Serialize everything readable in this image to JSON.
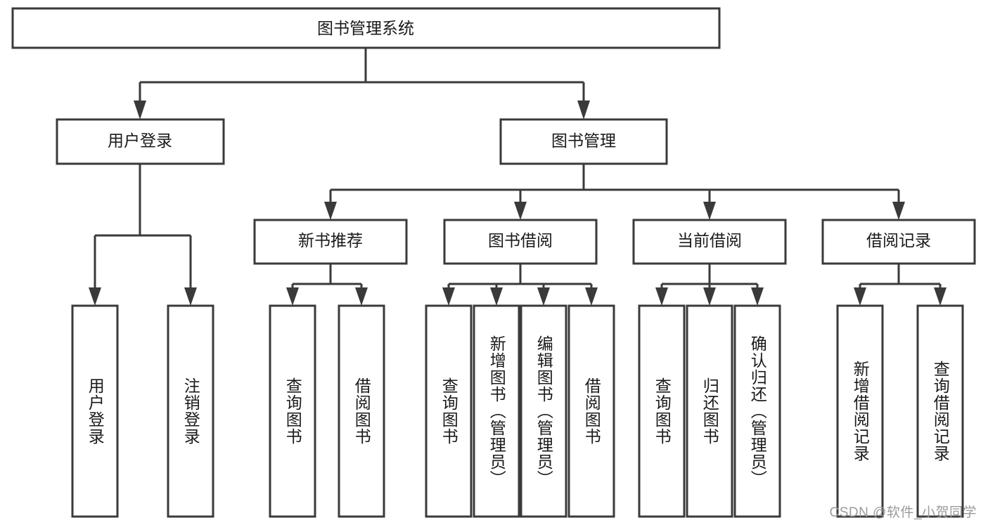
{
  "diagram": {
    "title": "图书管理系统",
    "type": "tree-hierarchy-chart",
    "watermark": "CSDN @软件_小贺同学",
    "colors": {
      "background": "#ffffff",
      "box_stroke": "#3a3a3a",
      "box_fill": "#ffffff",
      "text": "#1a1a1a",
      "watermark_text": "#9b9b9b"
    },
    "root": {
      "label": "图书管理系统"
    },
    "level2": [
      {
        "label": "用户登录"
      },
      {
        "label": "图书管理"
      }
    ],
    "level3": [
      {
        "label": "新书推荐"
      },
      {
        "label": "图书借阅"
      },
      {
        "label": "当前借阅"
      },
      {
        "label": "借阅记录"
      }
    ],
    "leaves": {
      "user_login": [
        {
          "label": "用户登录"
        },
        {
          "label": "注销登录"
        }
      ],
      "new_book_recommend": [
        {
          "label": "查询图书"
        },
        {
          "label": "借阅图书"
        }
      ],
      "book_borrow": [
        {
          "label": "查询图书"
        },
        {
          "label": "新增图书（管理员）"
        },
        {
          "label": "编辑图书（管理员）"
        },
        {
          "label": "借阅图书"
        }
      ],
      "current_borrow": [
        {
          "label": "查询图书"
        },
        {
          "label": "归还图书"
        },
        {
          "label": "确认归还（管理员）"
        }
      ],
      "borrow_record": [
        {
          "label": "新增借阅记录"
        },
        {
          "label": "查询借阅记录"
        }
      ]
    }
  }
}
